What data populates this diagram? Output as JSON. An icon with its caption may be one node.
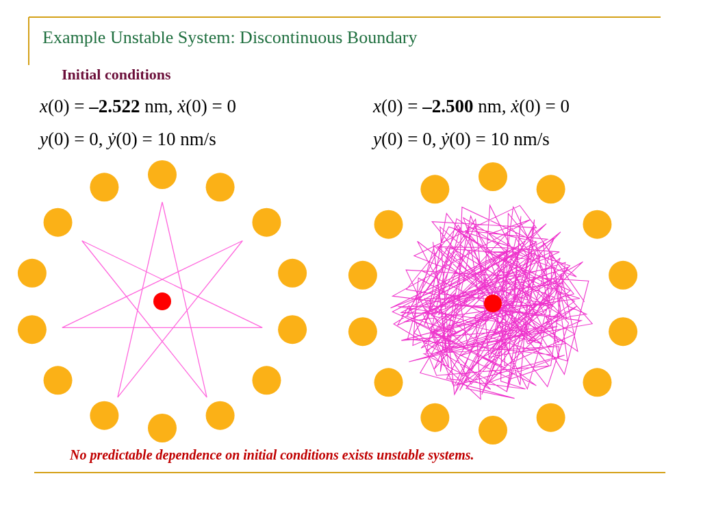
{
  "diagram": {
    "title": "Example Unstable System: Discontinuous Boundary",
    "labels": [
      "Initial conditions",
      "*x*(0) = **–2.522** nm,  *ẋ*(0) = 0",
      "*y*(0) = 0,  *ẏ*(0) = 10 nm/s",
      "*x*(0) = **–2.500** nm,  *ẋ*(0) = 0",
      "*y*(0) = 0,  *ẏ*(0) = 10 nm/s",
      "No predictable dependence on initial conditions exists unstable systems."
    ]
  }
}
